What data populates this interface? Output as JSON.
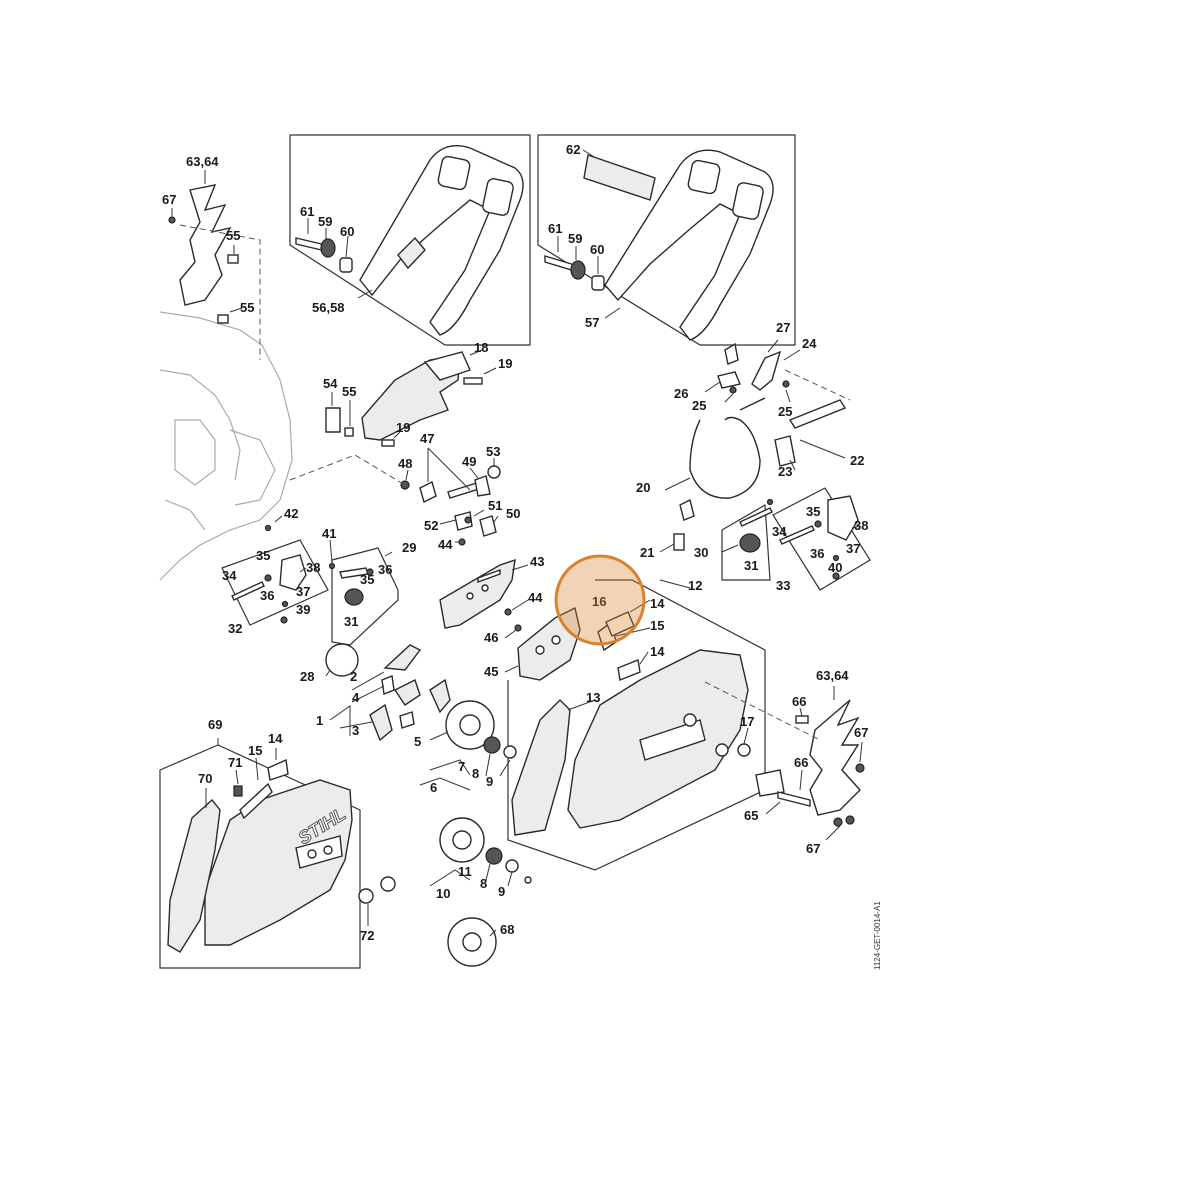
{
  "labels": {
    "l6364a": "63,64",
    "l67a": "67",
    "l55a": "55",
    "l55b": "55",
    "l61a": "61",
    "l59a": "59",
    "l60a": "60",
    "l5658": "56,58",
    "l62": "62",
    "l61b": "61",
    "l59b": "59",
    "l60b": "60",
    "l57": "57",
    "l18": "18",
    "l19a": "19",
    "l54": "54",
    "l55c": "55",
    "l19b": "19",
    "l47": "47",
    "l48": "48",
    "l49": "49",
    "l53": "53",
    "l51": "51",
    "l52": "52",
    "l50": "50",
    "l44a": "44",
    "l42": "42",
    "l41": "41",
    "l29": "29",
    "l35a": "35",
    "l34a": "34",
    "l38a": "38",
    "l36a": "36",
    "l37a": "37",
    "l39": "39",
    "l32": "32",
    "l35b": "35",
    "l36b": "36",
    "l31a": "31",
    "l43": "43",
    "l44b": "44",
    "l46": "46",
    "l45": "45",
    "l27": "27",
    "l24": "24",
    "l26": "26",
    "l25a": "25",
    "l25b": "25",
    "l20": "20",
    "l22": "22",
    "l23": "23",
    "l21": "21",
    "l30": "30",
    "l31b": "31",
    "l35c": "35",
    "l38b": "38",
    "l34b": "34",
    "l36c": "36",
    "l37b": "37",
    "l40": "40",
    "l33": "33",
    "l12": "12",
    "l16": "16",
    "l14a": "14",
    "l15a": "15",
    "l14b": "14",
    "l28": "28",
    "l2": "2",
    "l4": "4",
    "l1": "1",
    "l3": "3",
    "l5": "5",
    "l7": "7",
    "l8a": "8",
    "l6": "6",
    "l9a": "9",
    "l13": "13",
    "l17": "17",
    "l6364b": "63,64",
    "l66a": "66",
    "l67b": "67",
    "l66b": "66",
    "l65": "65",
    "l67c": "67",
    "l69": "69",
    "l71": "71",
    "l15b": "15",
    "l14c": "14",
    "l70": "70",
    "l11": "11",
    "l8b": "8",
    "l10": "10",
    "l9b": "9",
    "l72": "72",
    "l68": "68"
  },
  "brand_text": "STIHL",
  "drawing_code": "1124-GET-0014-A1",
  "highlight": {
    "part": "16",
    "color": "#d9822b"
  },
  "colors": {
    "line": "#2a2a2a",
    "fill": "#ececec",
    "highlight": "#d9822b"
  }
}
